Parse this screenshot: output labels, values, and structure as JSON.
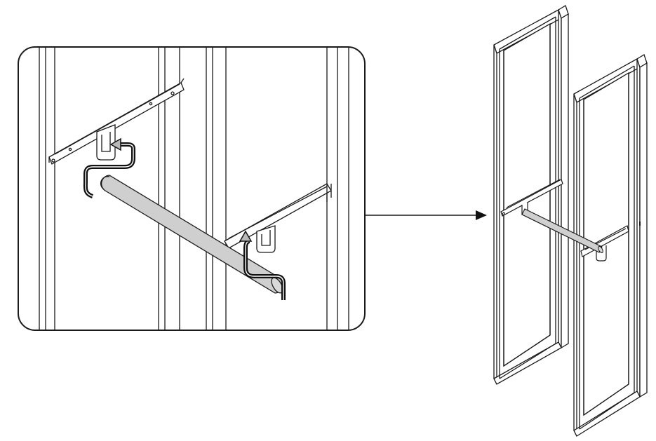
{
  "figure": {
    "type": "assembly-instruction-diagram",
    "colors": {
      "background": "#ffffff",
      "outline": "#1a1a1a",
      "rod_fill": "#cfcfcf",
      "arrow_fill": "#111111",
      "guide_arrow_fill": "#b8b8b8"
    },
    "components": [
      {
        "name": "detail-callout-panel"
      },
      {
        "name": "pointer-arrow"
      },
      {
        "name": "frame-panel-left"
      },
      {
        "name": "frame-panel-right"
      },
      {
        "name": "hanging-rod"
      }
    ]
  }
}
